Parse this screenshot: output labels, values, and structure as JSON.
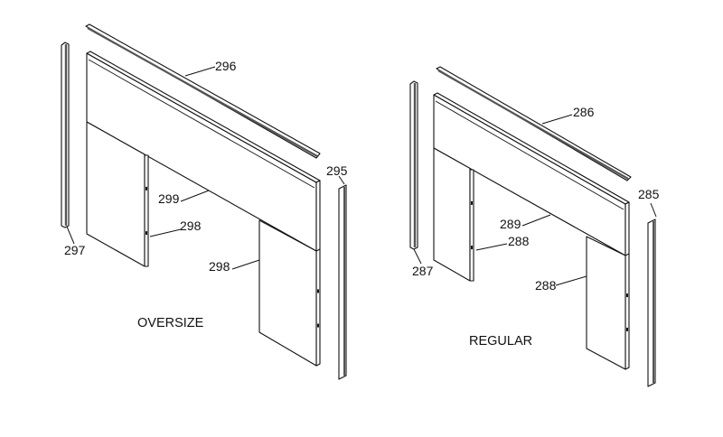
{
  "figures": [
    {
      "caption": "OVERSIZE",
      "labels": {
        "top_trim": "296",
        "right_trim": "295",
        "seam": "299",
        "left_leg": "298",
        "right_leg": "298",
        "left_trim": "297"
      }
    },
    {
      "caption": "REGULAR",
      "labels": {
        "top_trim": "286",
        "right_trim": "285",
        "seam": "289",
        "left_leg": "288",
        "right_leg": "288",
        "left_trim": "287"
      }
    }
  ],
  "colors": {
    "line": "#111111",
    "fill": "#ffffff",
    "trim_shade": "#555555"
  }
}
